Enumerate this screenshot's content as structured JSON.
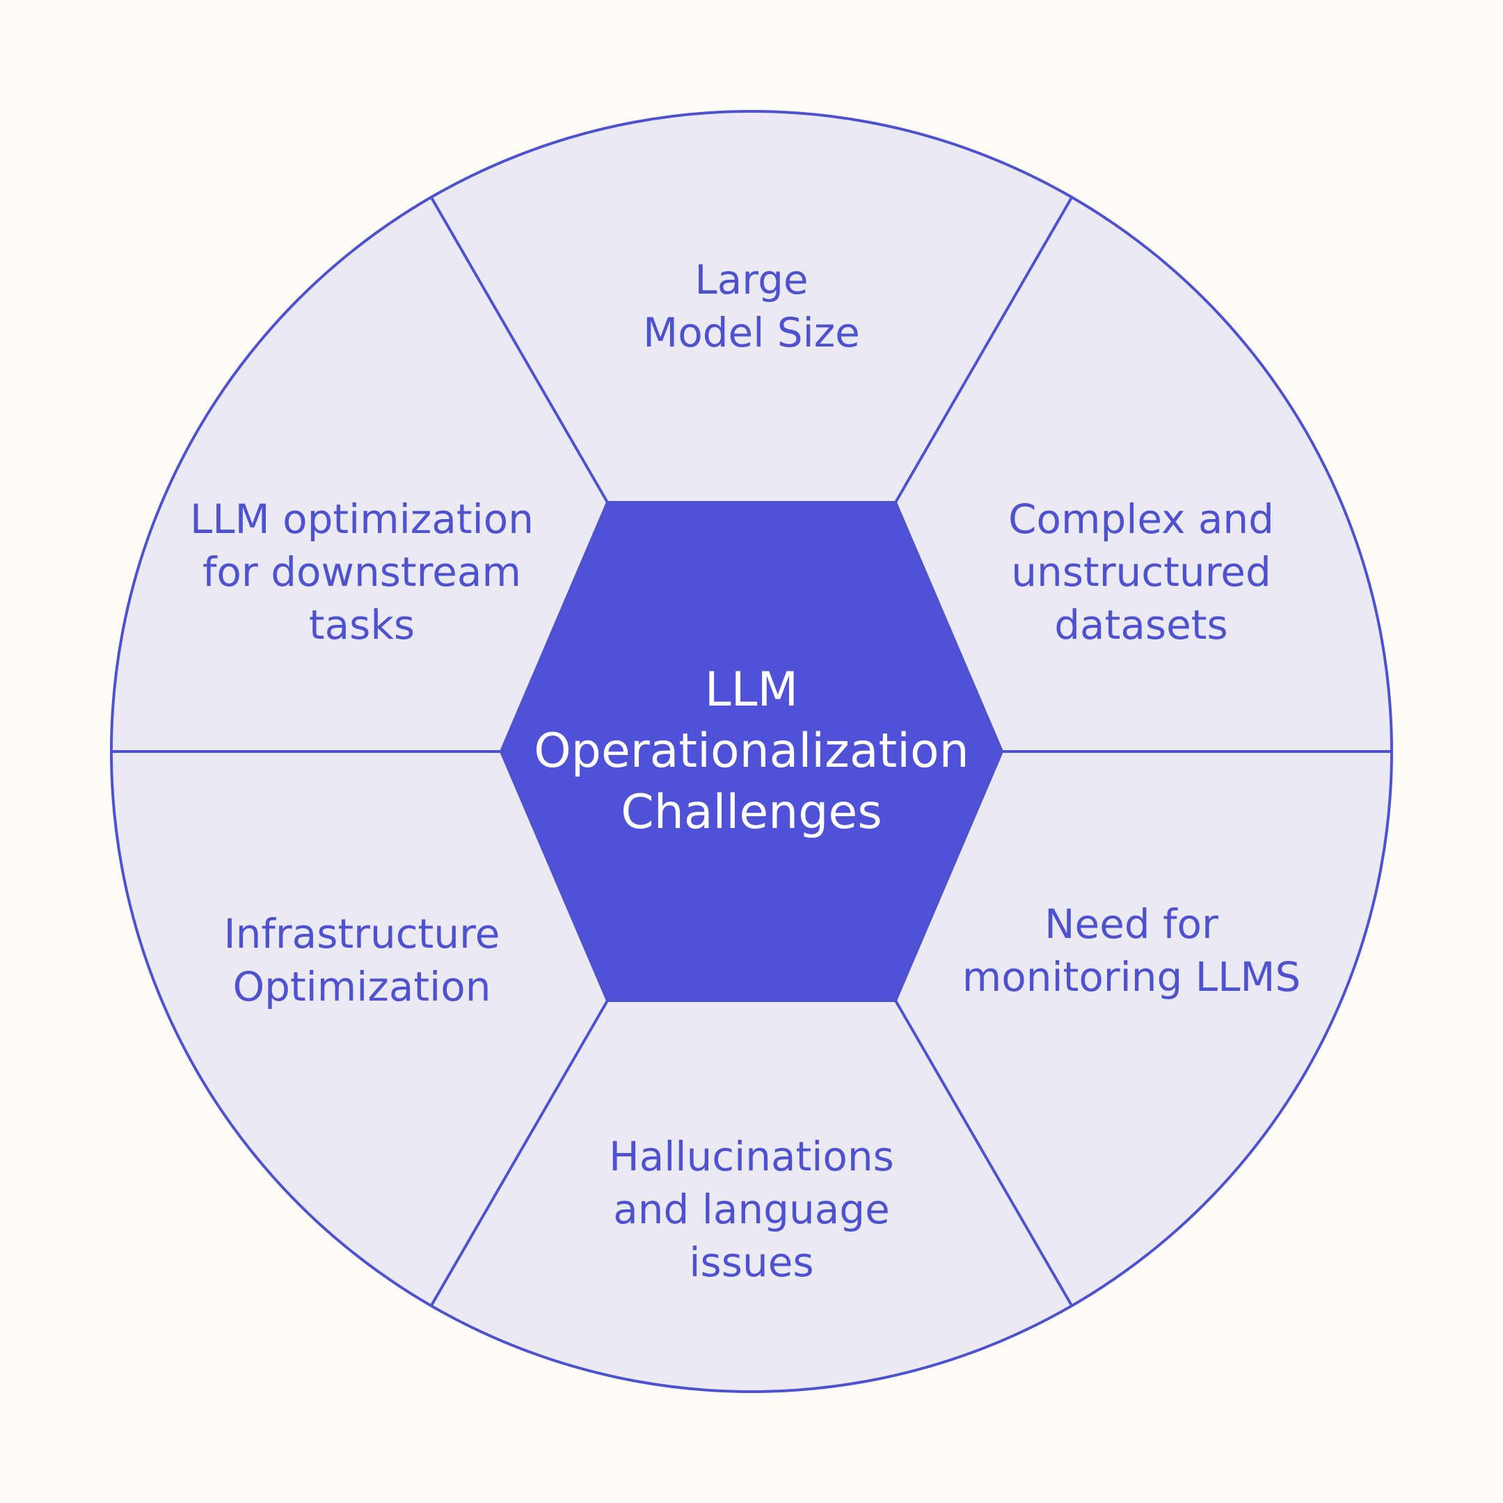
{
  "colors": {
    "background": "#fefcf7",
    "segment_fill": "#ebeaf3",
    "outline": "#4f52cf",
    "hub_fill": "#4f52d6",
    "hub_text": "#ffffff",
    "segment_text": "#4f52cf"
  },
  "center": {
    "lines": [
      "LLM",
      "Operationalization",
      "Challenges"
    ]
  },
  "segments": [
    {
      "id": "top",
      "lines": [
        "Large",
        "Model Size"
      ]
    },
    {
      "id": "upper-right",
      "lines": [
        "Complex and",
        "unstructured",
        "datasets"
      ]
    },
    {
      "id": "lower-right",
      "lines": [
        "Need for",
        "monitoring LLMS"
      ]
    },
    {
      "id": "bottom",
      "lines": [
        "Hallucinations",
        "and language",
        "issues"
      ]
    },
    {
      "id": "lower-left",
      "lines": [
        "Infrastructure",
        "Optimization"
      ]
    },
    {
      "id": "upper-left",
      "lines": [
        "LLM optimization",
        "for downstream",
        "tasks"
      ]
    }
  ]
}
